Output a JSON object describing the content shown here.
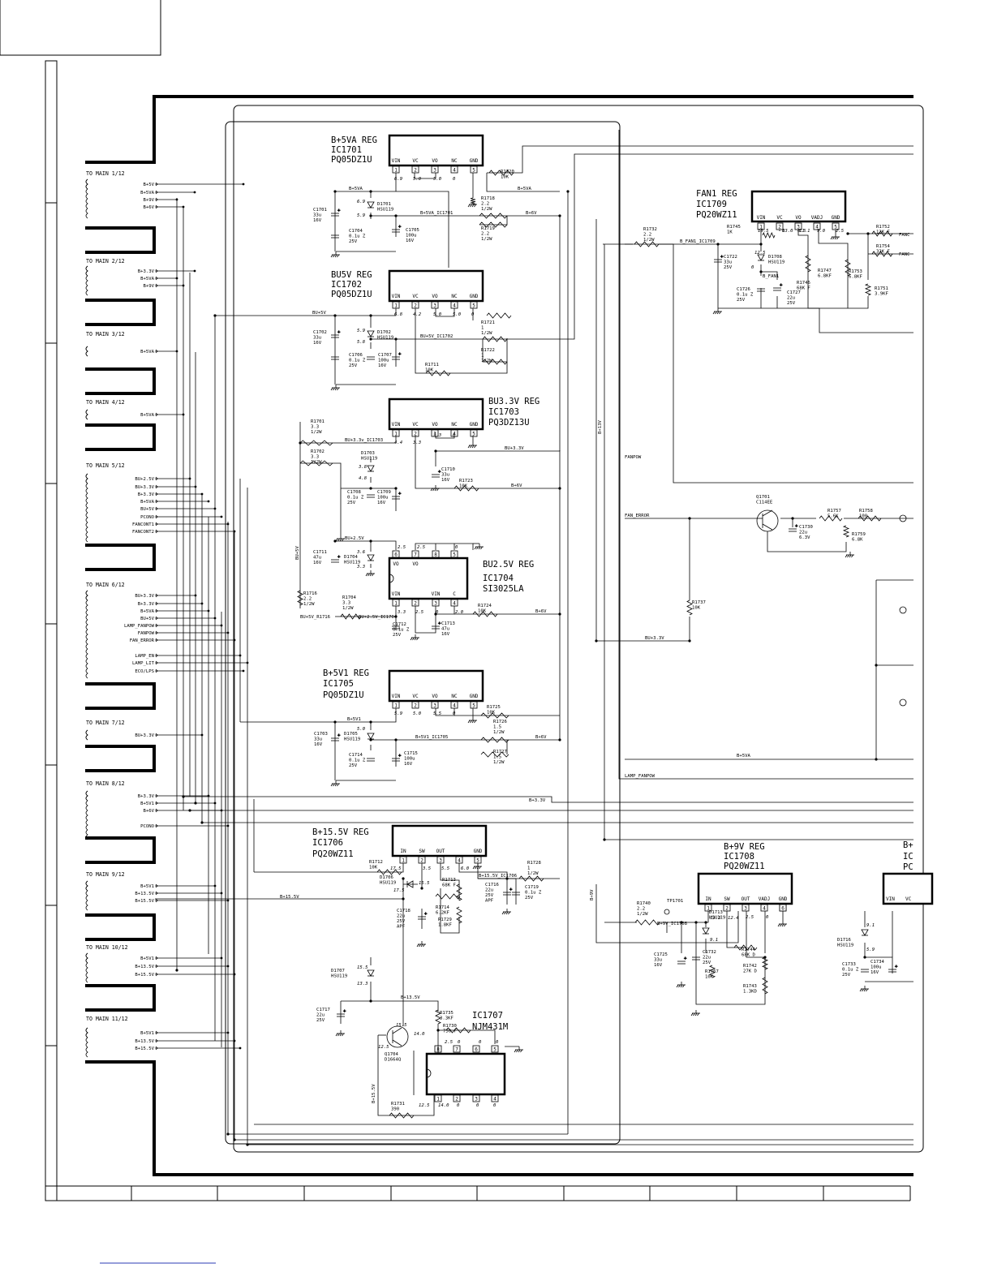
{
  "connectors": [
    {
      "key": "c1",
      "title": "TO MAIN 1/12",
      "lines": [
        "B+5V",
        "B+5VA",
        "B+9V",
        "B+6V"
      ]
    },
    {
      "key": "c2",
      "title": "TO MAIN 2/12",
      "lines": [
        "B+3.3V",
        "B+5VA",
        "B+9V"
      ]
    },
    {
      "key": "c3",
      "title": "TO MAIN 3/12",
      "lines": [
        "B+5VA"
      ]
    },
    {
      "key": "c4",
      "title": "TO MAIN 4/12",
      "lines": [
        "B+5VA"
      ]
    },
    {
      "key": "c5",
      "title": "TO MAIN 5/12",
      "lines": [
        "BU+2.5V",
        "BU+3.3V",
        "B+3.3V",
        "B+5VA",
        "BU+5V",
        "PCONO",
        "FANCONT1",
        "FANCONT2"
      ]
    },
    {
      "key": "c6",
      "title": "TO MAIN 6/12",
      "lines": [
        "BU+3.3V",
        "B+3.3V",
        "B+5VA",
        "BU+5V",
        "LAMP_FANPOW",
        "FANPOW",
        "FAN_ERROR",
        "LAMP_EN",
        "LAMP_LIT",
        "ECO/LPS"
      ]
    },
    {
      "key": "c7",
      "title": "TO MAIN 7/12",
      "lines": [
        "BU+3.3V"
      ]
    },
    {
      "key": "c8",
      "title": "TO MAIN 8/12",
      "lines": [
        "B+3.3V",
        "B+5V1",
        "B+6V",
        "PCONO"
      ]
    },
    {
      "key": "c9",
      "title": "TO MAIN 9/12",
      "lines": [
        "B+5V1",
        "B+13.5V",
        "B+15.5V"
      ]
    },
    {
      "key": "c10",
      "title": "TO MAIN 10/12",
      "lines": [
        "B+5V1",
        "B+13.5V",
        "B+15.5V"
      ]
    },
    {
      "key": "c11",
      "title": "TO MAIN 11/12",
      "lines": [
        "B+5V1",
        "B+13.5V",
        "B+15.5V"
      ]
    }
  ],
  "regulators": {
    "ic1701": {
      "title": "B+5VA REG",
      "ref": "IC1701",
      "part": "PQ05DZ1U",
      "pins": [
        "VIN",
        "VC",
        "VO",
        "NC",
        "GND"
      ]
    },
    "ic1702": {
      "title": "BU5V REG",
      "ref": "IC1702",
      "part": "PQ05DZ1U",
      "pins": [
        "VIN",
        "VC",
        "VO",
        "NC",
        "GND"
      ]
    },
    "ic1703": {
      "title": "BU3.3V REG",
      "ref": "IC1703",
      "part": "PQ3DZ13U",
      "pins": [
        "VIN",
        "VC",
        "VO",
        "NC",
        "GND"
      ]
    },
    "ic1704": {
      "title": "BU2.5V REG",
      "ref": "IC1704",
      "part": "SI3025LA",
      "pins_top": [
        "VO",
        "VO"
      ],
      "pins_bottom": [
        "VIN",
        "VIN",
        "C"
      ]
    },
    "ic1705": {
      "title": "B+5V1 REG",
      "ref": "IC1705",
      "part": "PQ05DZ1U",
      "pins": [
        "VIN",
        "VC",
        "VO",
        "NC",
        "GND"
      ]
    },
    "ic1706": {
      "title": "B+15.5V REG",
      "ref": "IC1706",
      "part": "PQ20WZ11",
      "pins": [
        "IN",
        "SW",
        "OUT",
        "",
        "GND"
      ]
    },
    "ic1707": {
      "ref": "IC1707",
      "part": "NJM431M"
    },
    "ic1708": {
      "title": "B+9V REG",
      "ref": "IC1708",
      "part": "PQ20WZ11",
      "pins": [
        "IN",
        "SW",
        "OUT",
        "VADJ",
        "GND"
      ]
    },
    "ic1709": {
      "title": "FAN1 REG",
      "ref": "IC1709",
      "part": "PQ20WZ11",
      "pins": [
        "VIN",
        "VC",
        "VO",
        "VADJ",
        "GND"
      ]
    }
  },
  "nets": {
    "b5va": "B+5VA",
    "b5va_ic": "B+5VA_IC1701",
    "b6v": "B+6V",
    "bu5v": "BU+5V",
    "bu5v_ic": "BU+5V_IC1702",
    "bu33v_ic": "BU+3.3v_IC1703",
    "bu33v": "BU+3.3V",
    "bu25v": "BU+2.5V",
    "bu25v_ic": "BU+2.5V_IC1704",
    "bu5v_r1716": "BU+5V_R1716",
    "bu5v_vert": "BU+5V",
    "b5v1": "B+5V1",
    "b5v1_ic": "B+5V1_IC1705",
    "b33v": "B+3.3V",
    "b155v": "B+15.5V",
    "b155v_ic": "B+15.5V_IC1706",
    "b135v": "B+13.5V",
    "b9v": "B+9V",
    "b9v_ic": "B+9V_IC1708",
    "b13v": "B+13V",
    "b_fan1_ic": "B_FAN1_IC1709",
    "b_fan1": "B_FAN1",
    "fanpow": "FANPOW",
    "fan_error": "FAN_ERROR",
    "lamp_fanpow": "LAMP_FANPOW",
    "b155v_vert": "B+15.5V",
    "fanc": "FANC"
  },
  "parts": {
    "c1701": [
      "C1701",
      "33u",
      "16V"
    ],
    "c1704": [
      "C1704",
      "0.1u Z",
      "25V"
    ],
    "c1705": [
      "C1705",
      "100u",
      "16V"
    ],
    "d1701": [
      "D1701",
      "HSU119"
    ],
    "r1720": [
      "R1720",
      "10K"
    ],
    "r1718": [
      "R1718",
      "2.2",
      "1/2W"
    ],
    "r1719": [
      "R1719",
      "2.2",
      "1/2W"
    ],
    "c1702": [
      "C1702",
      "33u",
      "16V"
    ],
    "c1706": [
      "C1706",
      "0.1u Z",
      "25V"
    ],
    "c1707": [
      "C1707",
      "100u",
      "16V"
    ],
    "d1702": [
      "D1702",
      "HSU119"
    ],
    "r1721": [
      "R1721",
      "1",
      "1/2W"
    ],
    "r1722": [
      "R1722",
      "1",
      "1/2W"
    ],
    "r1711": [
      "R1711",
      "10K"
    ],
    "r1701": [
      "R1701",
      "3.3",
      "1/2W"
    ],
    "r1702": [
      "R1702",
      "3.3",
      "1/2W"
    ],
    "d1703": [
      "D1703",
      "HSU119"
    ],
    "c1708": [
      "C1708",
      "0.1u Z",
      "25V"
    ],
    "c1709": [
      "C1709",
      "100u",
      "16V"
    ],
    "c1710": [
      "C1710",
      "33u",
      "16V"
    ],
    "r1723": [
      "R1723",
      "10K"
    ],
    "c1711": [
      "C1711",
      "47u",
      "16V"
    ],
    "d1704": [
      "D1704",
      "HSU119"
    ],
    "r1716": [
      "R1716",
      "2.2",
      "1/2W"
    ],
    "r1704": [
      "R1704",
      "3.3",
      "1/2W"
    ],
    "c1712": [
      "C1712",
      "0.1u Z",
      "25V"
    ],
    "c1713": [
      "C1713",
      "47u",
      "16V"
    ],
    "r1724": [
      "R1724",
      "10K"
    ],
    "c1703": [
      "C1703",
      "33u",
      "16V"
    ],
    "d1705": [
      "D1705",
      "HSU119"
    ],
    "c1714": [
      "C1714",
      "0.1u Z",
      "25V"
    ],
    "c1715": [
      "C1715",
      "100u",
      "16V"
    ],
    "r1725": [
      "R1725",
      "10K"
    ],
    "r1726": [
      "R1726",
      "1.5",
      "1/2W"
    ],
    "r1727": [
      "R1727",
      "1.5",
      "1/2W"
    ],
    "r1712": [
      "R1712",
      "10K"
    ],
    "d1706": [
      "D1706",
      "HSU119"
    ],
    "r1713": [
      "R1713",
      "68K F"
    ],
    "r1714": [
      "R1714",
      "6.2KF"
    ],
    "r1729": [
      "R1729",
      "1.8KF"
    ],
    "c1718": [
      "C1718",
      "22u",
      "25V",
      "APF"
    ],
    "c1716": [
      "C1716",
      "22u",
      "25V",
      "APF"
    ],
    "c1719": [
      "C1719",
      "0.1u Z",
      "25V"
    ],
    "r1728": [
      "R1728",
      "1",
      "1/2W"
    ],
    "d1707": [
      "D1707",
      "HSU119"
    ],
    "c1717": [
      "C1717",
      "22u",
      "25V"
    ],
    "q1704": [
      "Q1704",
      "D1664Q"
    ],
    "r1735": [
      "R1735",
      "3.3KF"
    ],
    "r1730": [
      "R1730",
      "750 F"
    ],
    "r1731": [
      "R1731",
      "390"
    ],
    "r1732": [
      "R1732",
      "2.2",
      "1/2W"
    ],
    "r1745": [
      "R1745",
      "1K"
    ],
    "c1722": [
      "C1722",
      "33u",
      "25V"
    ],
    "d1708": [
      "D1708",
      "HSU119"
    ],
    "c1726": [
      "C1726",
      "0.1u Z",
      "25V"
    ],
    "c1727": [
      "C1727",
      "22u",
      "25V"
    ],
    "r1746": [
      "R1746",
      "68K F"
    ],
    "r1747": [
      "R1747",
      "6.8KF"
    ],
    "r1753": [
      "R1753",
      "6.8KF"
    ],
    "r1751": [
      "R1751",
      "3.9KF"
    ],
    "r1752": [
      "R1752",
      "12K F"
    ],
    "r1754": [
      "R1754",
      "33K F"
    ],
    "q1701": [
      "Q1701",
      "C114EE"
    ],
    "c1730": [
      "C1730",
      "22u",
      "6.3V"
    ],
    "r1757": [
      "R1757",
      "5.6K"
    ],
    "r1758": [
      "R1758",
      "100"
    ],
    "r1759": [
      "R1759",
      "6.8K"
    ],
    "r1737": [
      "R1737",
      "10K"
    ],
    "r1740": [
      "R1740",
      "2.2",
      "1/2W"
    ],
    "tp1701": [
      "TP1701"
    ],
    "c1725": [
      "C1725",
      "33u",
      "16V"
    ],
    "c1732": [
      "C1732",
      "22u",
      "25V"
    ],
    "r1767": [
      "R1767",
      "10K"
    ],
    "d1713": [
      "D1713",
      "HSU119"
    ],
    "r1744": [
      "R1744",
      "68K D"
    ],
    "r1742": [
      "R1742",
      "27K D"
    ],
    "r1743": [
      "R1743",
      "1.3KD"
    ],
    "d1716": [
      "D1716",
      "HSU119"
    ],
    "c1733": [
      "C1733",
      "0.1u Z",
      "25V"
    ],
    "c1734": [
      "C1734",
      "100u",
      "16V"
    ]
  },
  "voltages": {
    "v1": "6.9",
    "v2": "5.0",
    "v3": "5.0",
    "v4": "0",
    "v5": "6.9",
    "v6": "5.9",
    "v7": "6.8",
    "v8": "4.2",
    "v9": "5.0",
    "v10": "5.0",
    "v11": "0",
    "v12": "5.9",
    "v13": "5.8",
    "v14": "4.4",
    "v15": "3.3",
    "v16": "3.3",
    "v17": "0",
    "v18": "3.8",
    "v19": "4.8",
    "v20": "2.5",
    "v21": "2.5",
    "v22": "0",
    "v23": "3.6",
    "v24": "3.3",
    "v25": "3.3",
    "v26": "2.5",
    "v27": "0",
    "v28": "2.0",
    "v29": "5.9",
    "v30": "5.0",
    "v31": "5.5",
    "v32": "0",
    "v33": "5.0",
    "v34": "17.5",
    "v35": "3.5",
    "v36": "5.5",
    "v37": "6.0",
    "v38": "15.5",
    "v39": "17.5",
    "v40": "15.5",
    "v41": "13.3",
    "v42": "15.5",
    "v43": "14.0",
    "v44": "12.5",
    "v45": "14.0",
    "v46": "2.5",
    "v47": "0",
    "v48": "0",
    "v49": "0",
    "v50": "12.5",
    "v51": "0",
    "v52": "0",
    "v53": "0",
    "v54": "13.5",
    "v55": "13.0",
    "v56": "11.1",
    "v57": "12.5",
    "v58": "0",
    "v59": "9.0",
    "v60": "2.5",
    "v61": "0",
    "v62": "0.3",
    "v63": "13.3",
    "v64": "9.1",
    "v65": "2.5",
    "v66": "0",
    "v67": "12.4",
    "v68": "9.1",
    "v69": "5.9"
  }
}
